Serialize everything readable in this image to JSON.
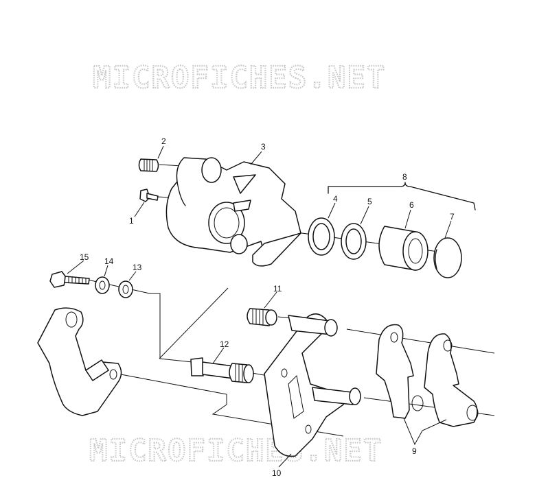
{
  "watermark": {
    "top": "MICROFICHES.NET",
    "bottom": "MICROFICHES.NET"
  },
  "callouts": [
    {
      "id": "c1",
      "label": "1"
    },
    {
      "id": "c2",
      "label": "2"
    },
    {
      "id": "c3",
      "label": "3"
    },
    {
      "id": "c4",
      "label": "4"
    },
    {
      "id": "c5",
      "label": "5"
    },
    {
      "id": "c6",
      "label": "6"
    },
    {
      "id": "c7",
      "label": "7"
    },
    {
      "id": "c8",
      "label": "8"
    },
    {
      "id": "c9",
      "label": "9"
    },
    {
      "id": "c10",
      "label": "10"
    },
    {
      "id": "c11",
      "label": "11"
    },
    {
      "id": "c12",
      "label": "12"
    },
    {
      "id": "c13",
      "label": "13"
    },
    {
      "id": "c14",
      "label": "14"
    },
    {
      "id": "c15",
      "label": "15"
    }
  ],
  "colors": {
    "ink": "#111111",
    "watermark": "#c8c8c8",
    "background": "#ffffff"
  }
}
